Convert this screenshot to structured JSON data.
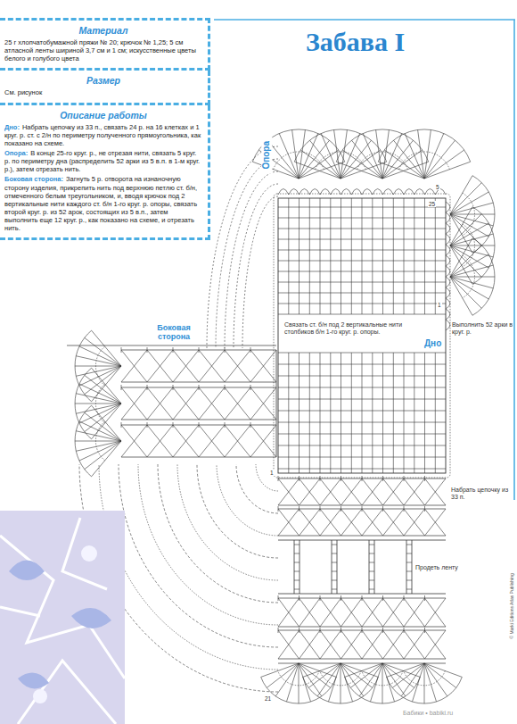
{
  "diagram": {
    "title": "Забава I",
    "nodes": [
      {
        "text": [
          "Материал",
          "25 г хлопчатобумажной пряжи № 20; крючок № 1,25; 5 см атласной ленты шириной 3,7 см и 1 см; искусственные цветы белого и голубого цвета"
        ]
      },
      {
        "text": [
          "Размер",
          "См. рисунок"
        ]
      },
      {
        "text": [
          "Описание работы",
          "Дно:",
          "Набрать цепочку из 33 п., связать 24 р. на 16 клетках и 1 круг. р. ст. с 2/н по периметру полученного прямоугольника, как показано на схеме.",
          "Опора:",
          "В конце 25-го круг. р., не отрезая нити, связать 5 круг. р. по периметру дна (распределить 52 арки из 5 в.п. в 1-м круг. р.), затем отрезать нить.",
          "Боковая сторона:",
          "Загнуть 5 р. отворота на изнаночную сторону изделия, прикрепить нить под верхнюю петлю ст. б/н, отмеченного белым треугольником, и, вводя крючок под 2 вертикальные нити каждого ст. б/н 1-го круг. р. опоры, связать второй круг. р. из 52 арок, состоящих из 5 в.п., затем выполнить еще 12 круг. р., как показано на схеме, и отрезать нить."
        ]
      }
    ],
    "labels": [
      "Опора",
      "25",
      "5",
      "1",
      "Выполнить 52 арки в круг. р.",
      "Связать ст. б/н под 2 вертикальные нити столбиков б/н 1-го круг. р. опоры.",
      "Дно",
      "Боковая сторона",
      "Набрать цепочку из 33 п.",
      "Продеть ленту",
      "21",
      "1",
      "© Marki Editions Atlas Publishing",
      "Бабики • babiki.ru"
    ]
  }
}
